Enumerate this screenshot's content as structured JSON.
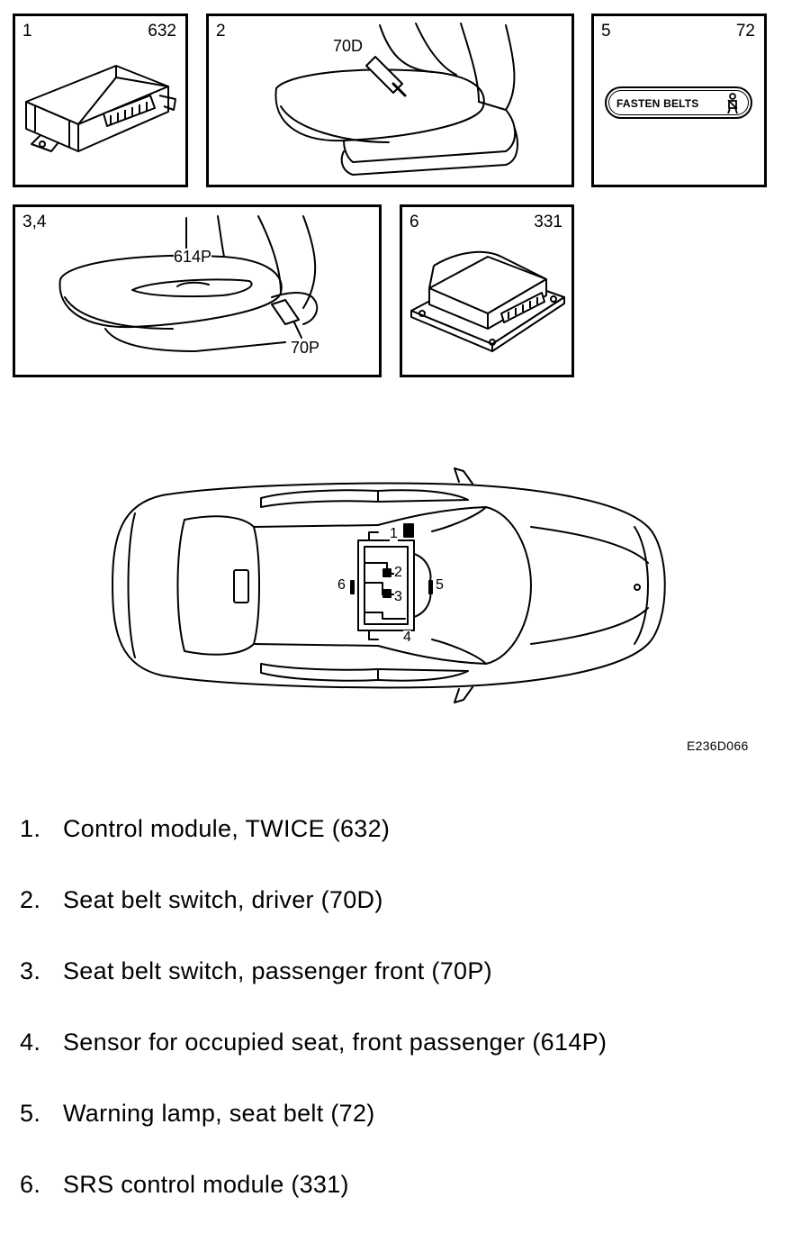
{
  "panels": [
    {
      "left_label": "1",
      "right_label": "632"
    },
    {
      "left_label": "2",
      "right_label": "",
      "callout": "70D"
    },
    {
      "left_label": "5",
      "right_label": "72",
      "lamp_text": "FASTEN BELTS"
    },
    {
      "left_label": "3,4",
      "right_label": "",
      "callouts": [
        "614P",
        "70P"
      ]
    },
    {
      "left_label": "6",
      "right_label": "331"
    }
  ],
  "car_callouts": [
    "1",
    "2",
    "3",
    "4",
    "5",
    "6"
  ],
  "figure_id": "E236D066",
  "legend": [
    {
      "num": "1.",
      "text": "Control module, TWICE (632)"
    },
    {
      "num": "2.",
      "text": "Seat belt switch, driver (70D)"
    },
    {
      "num": "3.",
      "text": "Seat belt switch, passenger front (70P)"
    },
    {
      "num": "4.",
      "text": "Sensor for occupied seat, front passenger (614P)"
    },
    {
      "num": "5.",
      "text": "Warning lamp, seat belt (72)"
    },
    {
      "num": "6.",
      "text": "SRS control module (331)"
    }
  ]
}
